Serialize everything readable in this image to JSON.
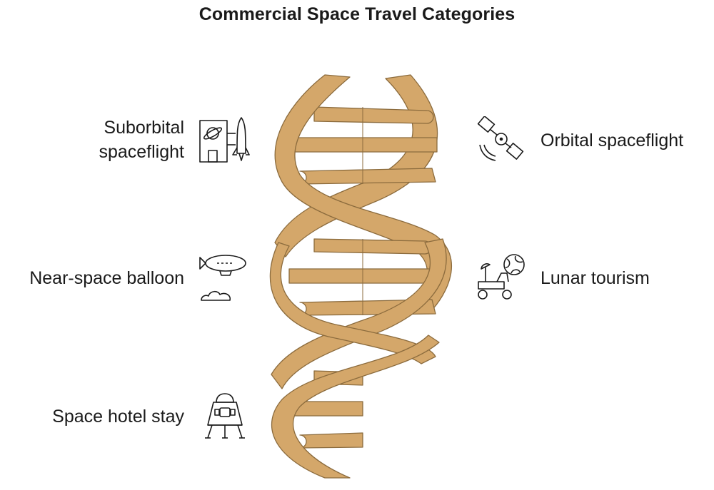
{
  "title": "Commercial Space Travel Categories",
  "colors": {
    "strand_fill": "#D4A76A",
    "strand_stroke": "#8B6B3D",
    "icon_stroke": "#1a1a1a",
    "text": "#1a1a1a"
  },
  "categories": [
    {
      "label_line1": "Suborbital",
      "label_line2": "spaceflight",
      "side": "left",
      "icon": "rocket-launch-tower-icon"
    },
    {
      "label_line1": "Orbital spaceflight",
      "side": "right",
      "icon": "satellite-icon"
    },
    {
      "label_line1": "Near-space balloon",
      "side": "left",
      "icon": "blimp-cloud-icon"
    },
    {
      "label_line1": "Lunar tourism",
      "side": "right",
      "icon": "lunar-rover-icon"
    },
    {
      "label_line1": "Space hotel stay",
      "side": "left",
      "icon": "space-capsule-icon"
    }
  ]
}
